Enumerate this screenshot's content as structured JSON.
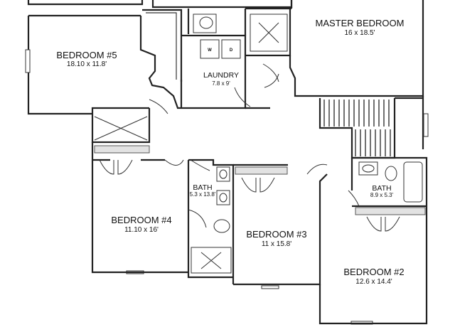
{
  "rooms": {
    "master_bedroom": {
      "name": "MASTER BEDROOM",
      "dims": "16 x 18.5'"
    },
    "bedroom5": {
      "name": "BEDROOM #5",
      "dims": "18.10 x 11.8'"
    },
    "laundry": {
      "name": "LAUNDRY",
      "dims": "7.8 x 9'"
    },
    "bedroom4": {
      "name": "BEDROOM #4",
      "dims": "11.10 x 16'"
    },
    "bath_left": {
      "name": "BATH",
      "dims": "5.3 x 13.8'"
    },
    "bedroom3": {
      "name": "BEDROOM #3",
      "dims": "11 x 15.8'"
    },
    "bath_right": {
      "name": "BATH",
      "dims": "8.9 x 5.3'"
    },
    "bedroom2": {
      "name": "BEDROOM #2",
      "dims": "12.6 x 14.4'"
    }
  },
  "appliances": {
    "washer": "W",
    "dryer": "D"
  }
}
